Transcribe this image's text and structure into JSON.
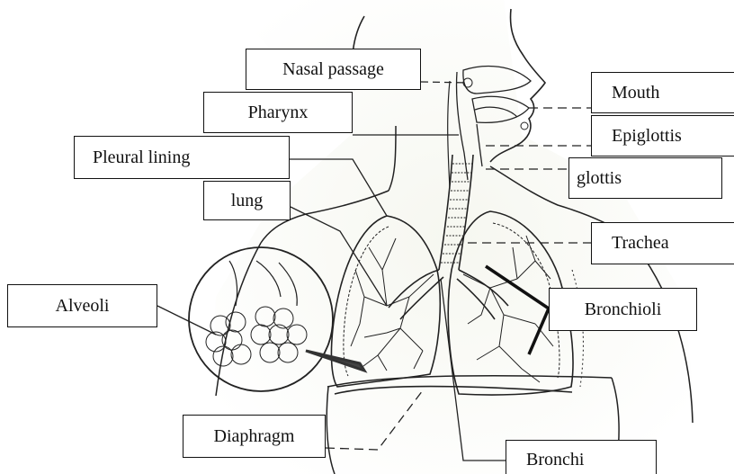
{
  "diagram": {
    "labels": {
      "nasal_passage": "Nasal passage",
      "pharynx": "Pharynx",
      "pleural_lining": "Pleural lining",
      "lung": "lung",
      "alveoli": "Alveoli",
      "diaphragm": "Diaphragm",
      "mouth": "Mouth",
      "epiglottis": "Epiglottis",
      "glottis": "glottis",
      "trachea": "Trachea",
      "bronchioli": "Bronchioli",
      "bronchi": "Bronchi"
    }
  }
}
